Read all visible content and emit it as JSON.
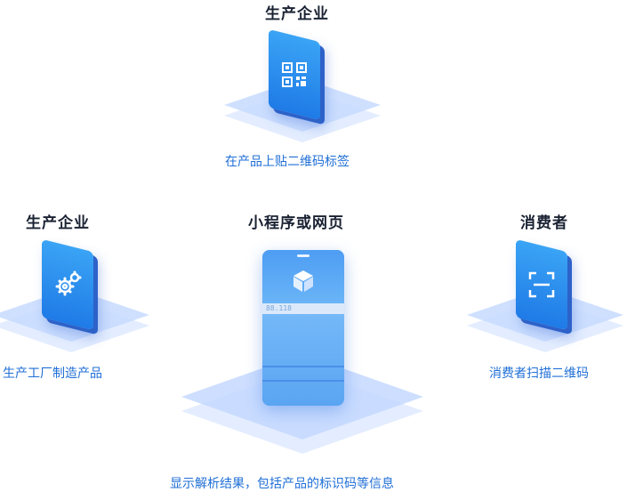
{
  "nodes": {
    "top": {
      "title": "生产企业",
      "caption": "在产品上贴二维码标签",
      "icon": "qr-code-icon"
    },
    "left": {
      "title": "生产企业",
      "caption": "生产工厂制造产品",
      "icon": "gears-icon"
    },
    "center": {
      "title": "小程序或网页",
      "caption": "显示解析结果，包括产品的标识码等信息",
      "icon": "cube-icon",
      "field_text": "88.118"
    },
    "right": {
      "title": "消费者",
      "caption": "消费者扫描二维码",
      "icon": "scan-icon"
    }
  },
  "colors": {
    "accent": "#1f6fd6",
    "tile": "#2b8def",
    "plate": "#c9dcff"
  }
}
